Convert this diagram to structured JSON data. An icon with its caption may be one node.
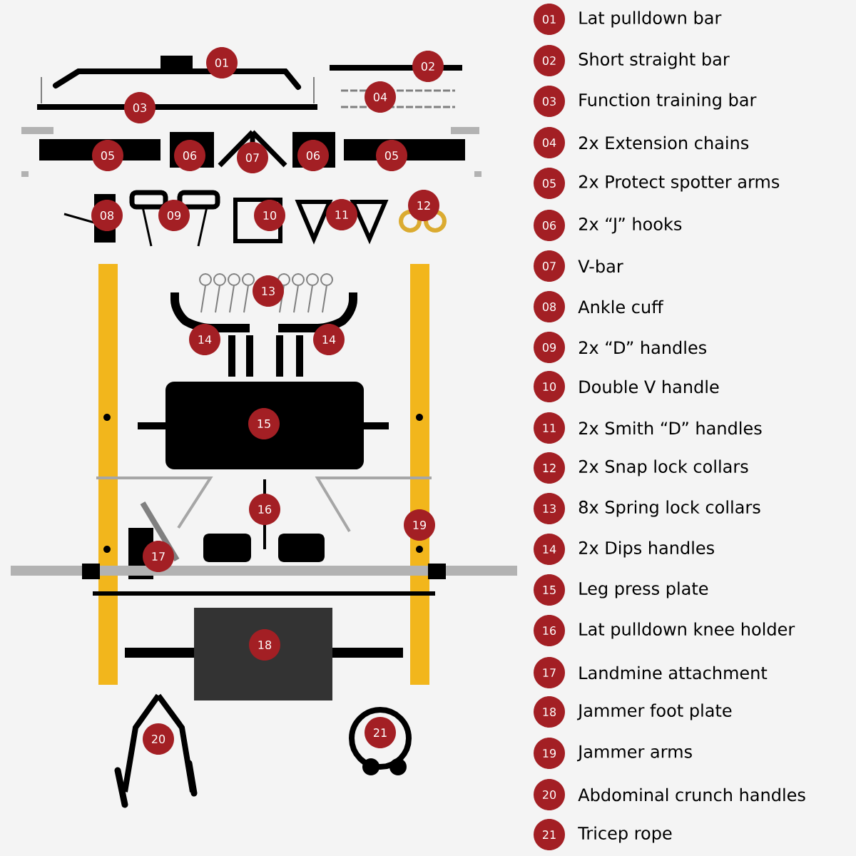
{
  "diagram": {
    "labels": [
      "01",
      "02",
      "03",
      "04",
      "05",
      "06",
      "07",
      "06",
      "05",
      "08",
      "09",
      "10",
      "11",
      "12",
      "13",
      "14",
      "14",
      "15",
      "16",
      "17",
      "18",
      "19",
      "20",
      "21",
      "01",
      "Lat pulldown bar",
      "02",
      "Short straight bar",
      "03",
      "Function training bar",
      "04",
      "2x Extension chains",
      "05",
      "2x Protect spotter arms",
      "06",
      "2x “J” hooks",
      "07",
      "V-bar",
      "08",
      "Ankle cuff",
      "09",
      "2x “D” handles",
      "10",
      "Double V handle",
      "11",
      "2x Smith “D” handles",
      "12",
      "2x Snap lock collars",
      "13",
      "8x Spring lock collars",
      "14",
      "2x Dips handles",
      "15",
      "Leg press plate",
      "16",
      "Lat pulldown knee holder",
      "17",
      "Landmine attachment",
      "18",
      "Jammer foot plate",
      "19",
      "Jammer arms",
      "20",
      "Abdominal crunch handles",
      "21",
      "Tricep rope"
    ]
  }
}
